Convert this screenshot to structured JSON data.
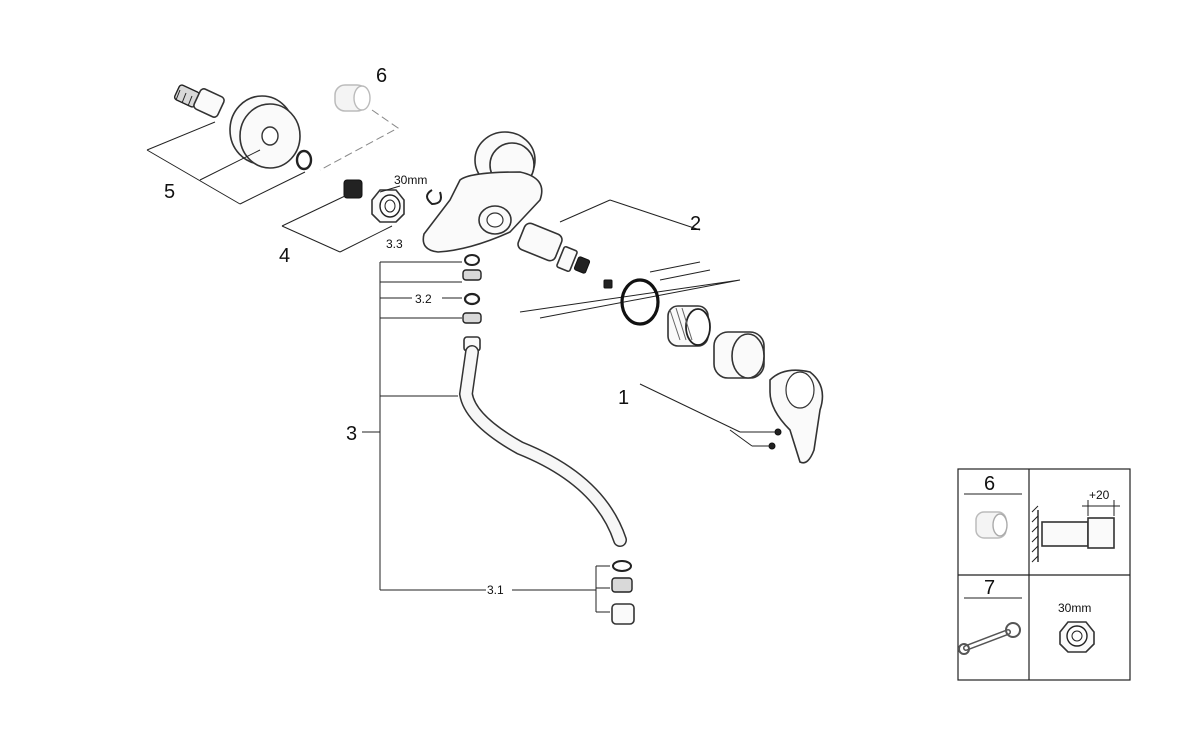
{
  "callouts": {
    "c1": "1",
    "c2": "2",
    "c3": "3",
    "c3_1": "3.1",
    "c3_2": "3.2",
    "c3_3": "3.3",
    "c4": "4",
    "c5": "5",
    "c6": "6"
  },
  "dimensions": {
    "nut_size_top": "30mm"
  },
  "legend": {
    "box6_label": "6",
    "box6_dim": "+20",
    "box7_label": "7",
    "box7_dim": "30mm"
  }
}
